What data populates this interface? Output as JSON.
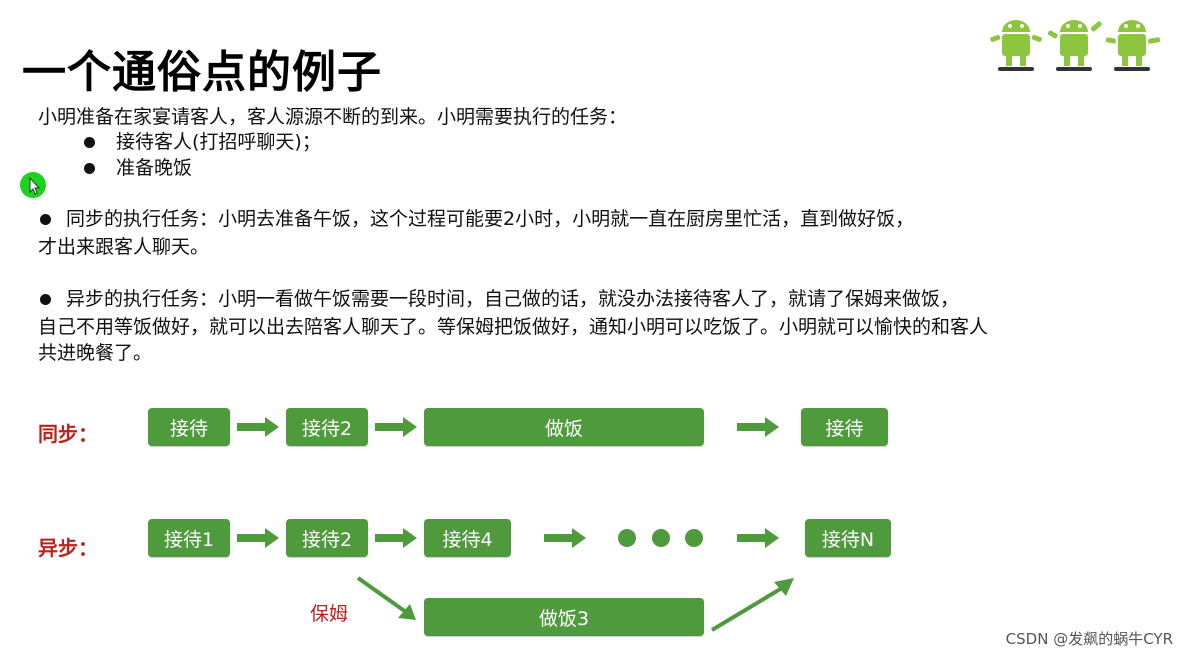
{
  "title": "一个通俗点的例子",
  "intro": "小明准备在家宴请客人，客人源源不断的到来。小明需要执行的任务：",
  "tasks": [
    "接待客人(打招呼聊天)；",
    "准备晚饭"
  ],
  "sync_para": {
    "line1": "同步的执行任务：小明去准备午饭，这个过程可能要2小时，小明就一直在厨房里忙活，直到做好饭，",
    "line2": "才出来跟客人聊天。"
  },
  "async_para": {
    "line1": "异步的执行任务：小明一看做午饭需要一段时间，自己做的话，就没办法接待客人了，就请了保姆来做饭，",
    "line2": "自己不用等饭做好，就可以出去陪客人聊天了。等保姆把饭做好，通知小明可以吃饭了。小明就可以愉快的和客人",
    "line3": "共进晚餐了。"
  },
  "diagram": {
    "sync_label": "同步：",
    "sync_boxes": [
      "接待",
      "接待2",
      "做饭",
      "接待"
    ],
    "async_label": "异步：",
    "async_boxes": [
      "接待1",
      "接待2",
      "接待4",
      "接待N"
    ],
    "nanny_label": "保姆",
    "nanny_box": "做饭3"
  },
  "watermark": "CSDN @发飙的蜗牛CYR",
  "colors": {
    "box_green": "#4f9a3c",
    "label_red": "#b8231c",
    "cursor_green": "#1bd31b",
    "android_green": "#8cc63f"
  },
  "icons": [
    "android-skateboard-icon",
    "android-skateboard-icon",
    "android-skateboard-icon",
    "cursor-icon"
  ]
}
